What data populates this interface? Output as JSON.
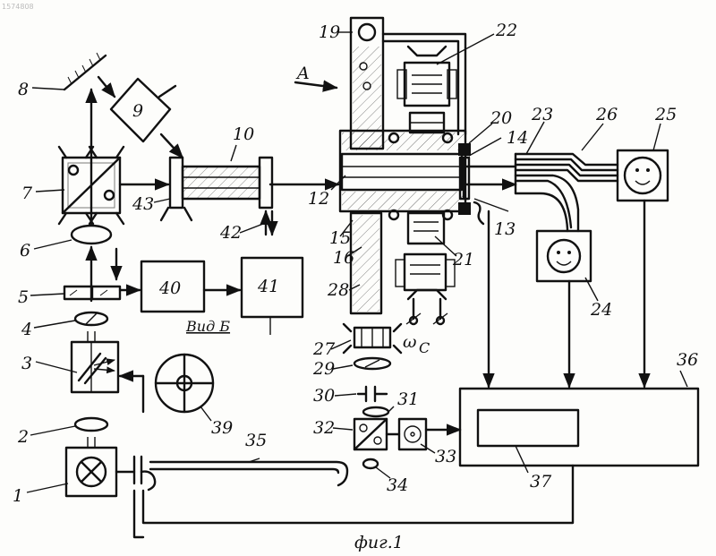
{
  "figure": {
    "watermark": "1574808",
    "caption": "фиг.1",
    "view_label": "Вид Б",
    "arrow_label": "A",
    "omega_label": "ω",
    "omega_sub": "C"
  },
  "labels": {
    "l1": "1",
    "l2": "2",
    "l3": "3",
    "l4": "4",
    "l5": "5",
    "l6": "6",
    "l7": "7",
    "l8": "8",
    "l9": "9",
    "l10": "10",
    "l12": "12",
    "l13": "13",
    "l14": "14",
    "l15": "15",
    "l16": "16",
    "l19": "19",
    "l20": "20",
    "l21": "21",
    "l22": "22",
    "l23": "23",
    "l24": "24",
    "l25": "25",
    "l26": "26",
    "l27": "27",
    "l28": "28",
    "l29": "29",
    "l30": "30",
    "l31": "31",
    "l32": "32",
    "l33": "33",
    "l34": "34",
    "l35": "35",
    "l36": "36",
    "l37": "37",
    "l39": "39",
    "l40": "40",
    "l41": "41",
    "l42": "42",
    "l43": "43"
  }
}
